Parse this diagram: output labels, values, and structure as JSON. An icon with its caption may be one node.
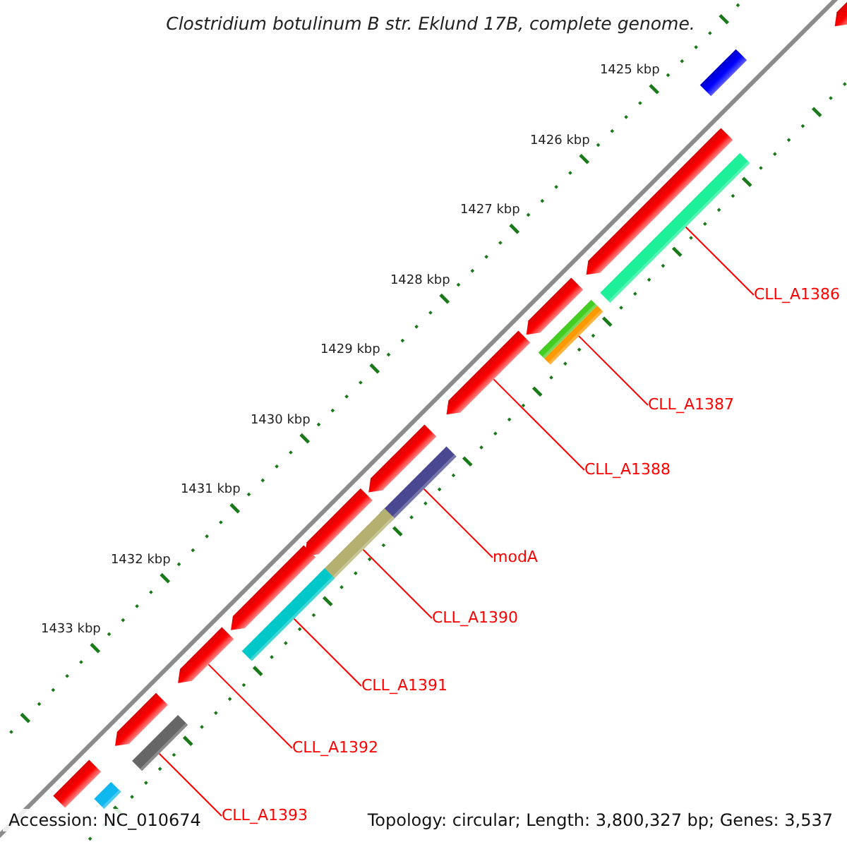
{
  "diagram": {
    "title": "Clostridium botulinum B str. Eklund 17B, complete genome.",
    "nodes": [
      {
        "text": [
          "CLL_A1386"
        ]
      },
      {
        "text": [
          "CLL_A1387"
        ]
      },
      {
        "text": [
          "CLL_A1388"
        ]
      },
      {
        "text": [
          "modA"
        ]
      },
      {
        "text": [
          "CLL_A1390"
        ]
      },
      {
        "text": [
          "CLL_A1391"
        ]
      },
      {
        "text": [
          "CLL_A1392"
        ]
      },
      {
        "text": [
          "CLL_A1393"
        ]
      },
      {
        "text": [],
        "shape": "bar"
      },
      {
        "text": [],
        "shape": "bar"
      },
      {
        "text": [],
        "shape": "bar"
      },
      {
        "text": [],
        "shape": "bar"
      },
      {
        "text": [],
        "shape": "bar"
      },
      {
        "text": [],
        "shape": "bar"
      },
      {
        "text": [],
        "shape": "bar"
      },
      {
        "text": [],
        "shape": "bar"
      },
      {
        "text": [],
        "shape": "bar"
      },
      {
        "text": [],
        "shape": "bar"
      },
      {
        "text": [],
        "shape": "bar"
      },
      {
        "text": [],
        "shape": "bar"
      },
      {
        "text": [],
        "shape": "bar"
      },
      {
        "text": [],
        "shape": "bar"
      },
      {
        "text": [],
        "shape": "bar"
      },
      {
        "text": [],
        "shape": "bar"
      },
      {
        "text": [],
        "shape": "bar"
      },
      {
        "text": [],
        "shape": "bar"
      }
    ],
    "edges": [
      {
        "from": 0,
        "to": 8,
        "arrow": "none"
      },
      {
        "from": 1,
        "to": 9,
        "arrow": "none"
      },
      {
        "from": 2,
        "to": 10,
        "arrow": "none"
      },
      {
        "from": 3,
        "to": 11,
        "arrow": "none"
      },
      {
        "from": 4,
        "to": 12,
        "arrow": "none"
      },
      {
        "from": 5,
        "to": 13,
        "arrow": "none"
      },
      {
        "from": 6,
        "to": 14,
        "arrow": "none"
      },
      {
        "from": 7,
        "to": 15,
        "arrow": "none"
      }
    ],
    "labels": [
      "1425 kbp",
      "1426 kbp",
      "1427 kbp",
      "1428 kbp",
      "1429 kbp",
      "1430 kbp",
      "1431 kbp",
      "1432 kbp",
      "1433 kbp",
      "Accession: NC_010674",
      "Topology: circular; Length: 3,800,327 bp; Genes: 3,537"
    ]
  }
}
